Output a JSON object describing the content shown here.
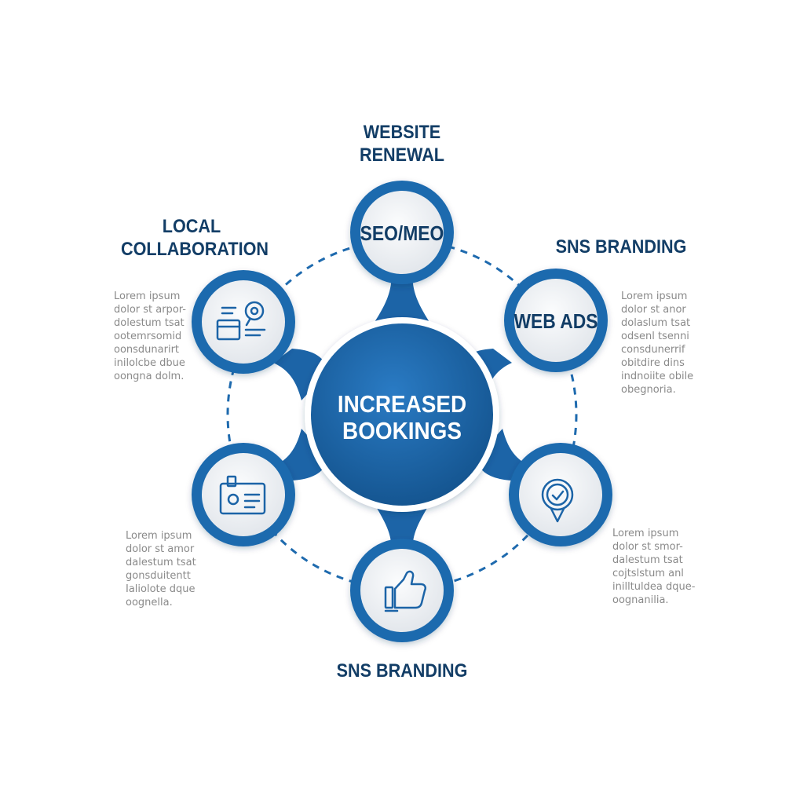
{
  "center": {
    "line1": "INCREASED",
    "line2": "BOOKINGS"
  },
  "nodes": {
    "top": {
      "text": "SEO/MEO"
    },
    "upper_right": {
      "text": "WEB ADS"
    },
    "upper_left": {
      "icon": "calendar-target-icon"
    },
    "lower_left": {
      "icon": "id-card-icon"
    },
    "lower_right": {
      "icon": "location-pin-check-icon"
    },
    "bottom": {
      "icon": "thumbs-up-icon"
    }
  },
  "labels": {
    "top": [
      "WEBSITE",
      "RENEWAL"
    ],
    "upper_left": [
      "LOCAL",
      "COLLABORATION"
    ],
    "upper_right": [
      "SNS BRANDING"
    ],
    "bottom": [
      "SNS BRANDING"
    ]
  },
  "descriptions": {
    "upper_left": [
      "Lorem ipsum",
      "dolor st arpor-",
      "dolestum tsat",
      "ootemrsomid",
      "oonsdunarirt",
      "inilolcbe dbue",
      "oongna dolm."
    ],
    "upper_right": [
      "Lorem ipsum",
      "dolor st anor",
      "dolaslum tsat",
      "odsenl tsenni",
      "consdunerrif",
      "obitdire dins",
      "indnoiite obile",
      "obegnoria."
    ],
    "lower_left": [
      "Lorem ipsum",
      "dolor st amor",
      "dalestum tsat",
      "gonsduitentt",
      "Ialiolote dque",
      "oognella."
    ],
    "lower_right": [
      "Lorem ipsum",
      "dolor st smor-",
      "dalestum tsat",
      "cojtslstum anl",
      "inilltuldea dque-",
      "oognanilia."
    ]
  },
  "colors": {
    "primary": "#1c64a7",
    "dark": "#123d66",
    "ring": "#1e6aae",
    "node_fill": "#eceff3",
    "text_gray": "#8a8a8a"
  }
}
